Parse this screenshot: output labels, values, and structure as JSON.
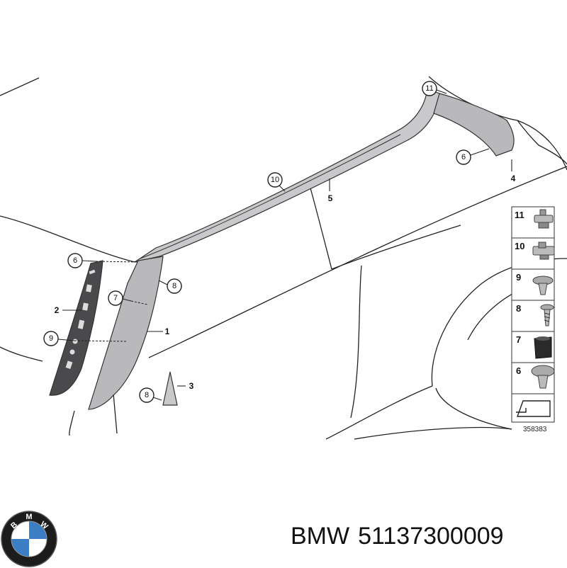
{
  "diagram": {
    "callouts": {
      "c11": "11",
      "c10": "10",
      "c6_top": "6",
      "c4": "4",
      "c5": "5",
      "c6_left": "6",
      "c8_a": "8",
      "c7": "7",
      "c2": "2",
      "c1": "1",
      "c9": "9",
      "c8_b": "8",
      "c3": "3"
    },
    "legend": [
      {
        "number": "11",
        "icon": "clip-11-icon"
      },
      {
        "number": "10",
        "icon": "clip-10-icon"
      },
      {
        "number": "9",
        "icon": "expanding-rivet-icon"
      },
      {
        "number": "8",
        "icon": "screw-icon"
      },
      {
        "number": "7",
        "icon": "nut-icon"
      },
      {
        "number": "6",
        "icon": "expanding-rivet-icon"
      }
    ],
    "reference_code": "358383"
  },
  "brand": {
    "logo_letters": [
      "B",
      "M",
      "W"
    ],
    "name": "BMW",
    "part_number": "51137300009"
  },
  "colors": {
    "part_fill": "#b9b9bb",
    "dark_part": "#4a4a4c",
    "logo_blue": "#3b7ec4",
    "logo_ring": "#1c1c1c"
  }
}
